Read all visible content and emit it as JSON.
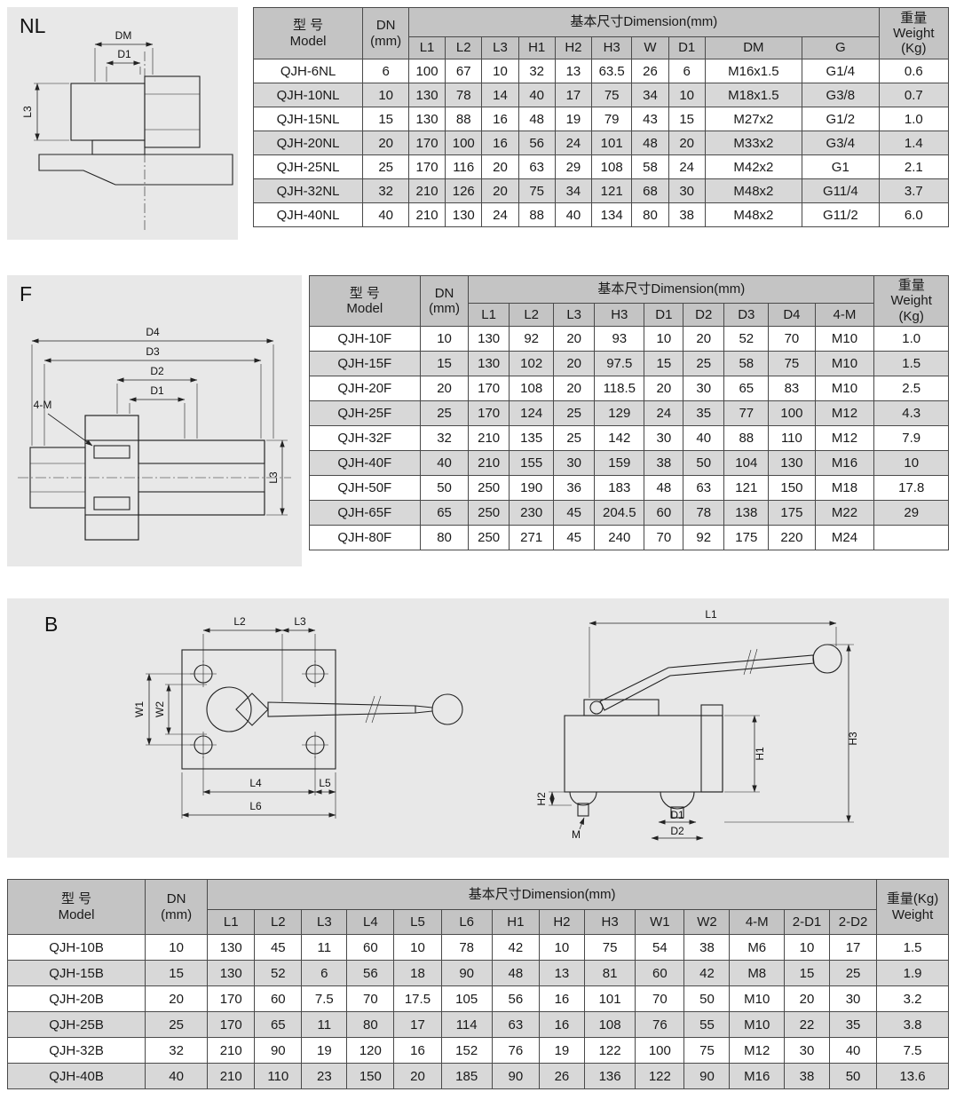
{
  "colors": {
    "panel_bg": "#e8e8e8",
    "header_bg": "#c4c4c4",
    "row_alt_bg": "#d8d8d8",
    "border": "#4a4a4a",
    "text": "#1a1a1a"
  },
  "sections": {
    "nl": {
      "label": "NL",
      "drawing": {
        "dm": "DM",
        "d1": "D1",
        "l3": "L3"
      },
      "table": {
        "header": {
          "model": "型 号\nModel",
          "dn": "DN\n(mm)",
          "dim": "基本尺寸Dimension(mm)",
          "weight": "重量\nWeight\n(Kg)"
        },
        "dim_cols": [
          "L1",
          "L2",
          "L3",
          "H1",
          "H2",
          "H3",
          "W",
          "D1",
          "DM",
          "G"
        ],
        "rows": [
          [
            "QJH-6NL",
            "6",
            "100",
            "67",
            "10",
            "32",
            "13",
            "63.5",
            "26",
            "6",
            "M16x1.5",
            "G1/4",
            "0.6"
          ],
          [
            "QJH-10NL",
            "10",
            "130",
            "78",
            "14",
            "40",
            "17",
            "75",
            "34",
            "10",
            "M18x1.5",
            "G3/8",
            "0.7"
          ],
          [
            "QJH-15NL",
            "15",
            "130",
            "88",
            "16",
            "48",
            "19",
            "79",
            "43",
            "15",
            "M27x2",
            "G1/2",
            "1.0"
          ],
          [
            "QJH-20NL",
            "20",
            "170",
            "100",
            "16",
            "56",
            "24",
            "101",
            "48",
            "20",
            "M33x2",
            "G3/4",
            "1.4"
          ],
          [
            "QJH-25NL",
            "25",
            "170",
            "116",
            "20",
            "63",
            "29",
            "108",
            "58",
            "24",
            "M42x2",
            "G1",
            "2.1"
          ],
          [
            "QJH-32NL",
            "32",
            "210",
            "126",
            "20",
            "75",
            "34",
            "121",
            "68",
            "30",
            "M48x2",
            "G11/4",
            "3.7"
          ],
          [
            "QJH-40NL",
            "40",
            "210",
            "130",
            "24",
            "88",
            "40",
            "134",
            "80",
            "38",
            "M48x2",
            "G11/2",
            "6.0"
          ]
        ]
      }
    },
    "f": {
      "label": "F",
      "drawing": {
        "d4": "D4",
        "d3": "D3",
        "d2": "D2",
        "d1": "D1",
        "m4": "4-M",
        "l3": "L3"
      },
      "table": {
        "header": {
          "model": "型 号\nModel",
          "dn": "DN\n(mm)",
          "dim": "基本尺寸Dimension(mm)",
          "weight": "重量\nWeight\n(Kg)"
        },
        "dim_cols": [
          "L1",
          "L2",
          "L3",
          "H3",
          "D1",
          "D2",
          "D3",
          "D4",
          "4-M"
        ],
        "rows": [
          [
            "QJH-10F",
            "10",
            "130",
            "92",
            "20",
            "93",
            "10",
            "20",
            "52",
            "70",
            "M10",
            "1.0"
          ],
          [
            "QJH-15F",
            "15",
            "130",
            "102",
            "20",
            "97.5",
            "15",
            "25",
            "58",
            "75",
            "M10",
            "1.5"
          ],
          [
            "QJH-20F",
            "20",
            "170",
            "108",
            "20",
            "118.5",
            "20",
            "30",
            "65",
            "83",
            "M10",
            "2.5"
          ],
          [
            "QJH-25F",
            "25",
            "170",
            "124",
            "25",
            "129",
            "24",
            "35",
            "77",
            "100",
            "M12",
            "4.3"
          ],
          [
            "QJH-32F",
            "32",
            "210",
            "135",
            "25",
            "142",
            "30",
            "40",
            "88",
            "110",
            "M12",
            "7.9"
          ],
          [
            "QJH-40F",
            "40",
            "210",
            "155",
            "30",
            "159",
            "38",
            "50",
            "104",
            "130",
            "M16",
            "10"
          ],
          [
            "QJH-50F",
            "50",
            "250",
            "190",
            "36",
            "183",
            "48",
            "63",
            "121",
            "150",
            "M18",
            "17.8"
          ],
          [
            "QJH-65F",
            "65",
            "250",
            "230",
            "45",
            "204.5",
            "60",
            "78",
            "138",
            "175",
            "M22",
            "29"
          ],
          [
            "QJH-80F",
            "80",
            "250",
            "271",
            "45",
            "240",
            "70",
            "92",
            "175",
            "220",
            "M24",
            ""
          ]
        ]
      }
    },
    "b": {
      "label": "B",
      "drawing": {
        "left": {
          "l2": "L2",
          "l3": "L3",
          "w1": "W1",
          "w2": "W2",
          "l4": "L4",
          "l5": "L5",
          "l6": "L6"
        },
        "right": {
          "l1": "L1",
          "h1": "H1",
          "h2": "H2",
          "h3": "H3",
          "m": "M",
          "d1": "D1",
          "d2": "D2"
        }
      },
      "table": {
        "header": {
          "model": "型 号\nModel",
          "dn": "DN\n(mm)",
          "dim": "基本尺寸Dimension(mm)",
          "weight": "重量(Kg)\nWeight"
        },
        "dim_cols": [
          "L1",
          "L2",
          "L3",
          "L4",
          "L5",
          "L6",
          "H1",
          "H2",
          "H3",
          "W1",
          "W2",
          "4-M",
          "2-D1",
          "2-D2"
        ],
        "rows": [
          [
            "QJH-10B",
            "10",
            "130",
            "45",
            "11",
            "60",
            "10",
            "78",
            "42",
            "10",
            "75",
            "54",
            "38",
            "M6",
            "10",
            "17",
            "1.5"
          ],
          [
            "QJH-15B",
            "15",
            "130",
            "52",
            "6",
            "56",
            "18",
            "90",
            "48",
            "13",
            "81",
            "60",
            "42",
            "M8",
            "15",
            "25",
            "1.9"
          ],
          [
            "QJH-20B",
            "20",
            "170",
            "60",
            "7.5",
            "70",
            "17.5",
            "105",
            "56",
            "16",
            "101",
            "70",
            "50",
            "M10",
            "20",
            "30",
            "3.2"
          ],
          [
            "QJH-25B",
            "25",
            "170",
            "65",
            "11",
            "80",
            "17",
            "114",
            "63",
            "16",
            "108",
            "76",
            "55",
            "M10",
            "22",
            "35",
            "3.8"
          ],
          [
            "QJH-32B",
            "32",
            "210",
            "90",
            "19",
            "120",
            "16",
            "152",
            "76",
            "19",
            "122",
            "100",
            "75",
            "M12",
            "30",
            "40",
            "7.5"
          ],
          [
            "QJH-40B",
            "40",
            "210",
            "110",
            "23",
            "150",
            "20",
            "185",
            "90",
            "26",
            "136",
            "122",
            "90",
            "M16",
            "38",
            "50",
            "13.6"
          ]
        ]
      }
    }
  }
}
